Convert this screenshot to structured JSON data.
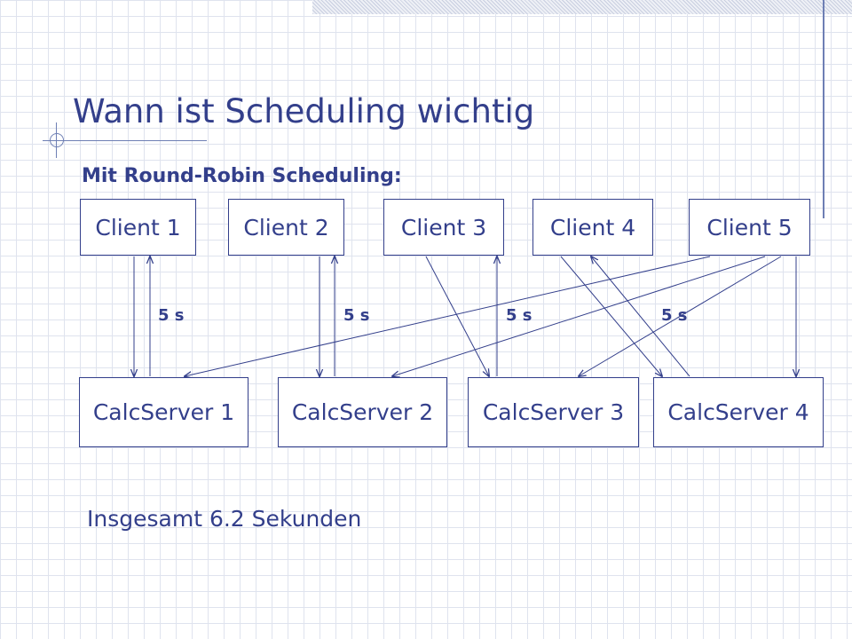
{
  "slide": {
    "title": "Wann ist Scheduling wichtig",
    "subtitle": "Mit Round-Robin Scheduling:",
    "total": "Insgesamt 6.2 Sekunden"
  },
  "clients": [
    "Client 1",
    "Client 2",
    "Client 3",
    "Client 4",
    "Client 5"
  ],
  "servers": [
    "CalcServer 1",
    "CalcServer 2",
    "CalcServer 3",
    "CalcServer 4"
  ],
  "durations": [
    "5 s",
    "5 s",
    "5 s",
    "5 s"
  ],
  "colors": {
    "accent": "#333f8b",
    "grid": "#dfe3ee"
  }
}
